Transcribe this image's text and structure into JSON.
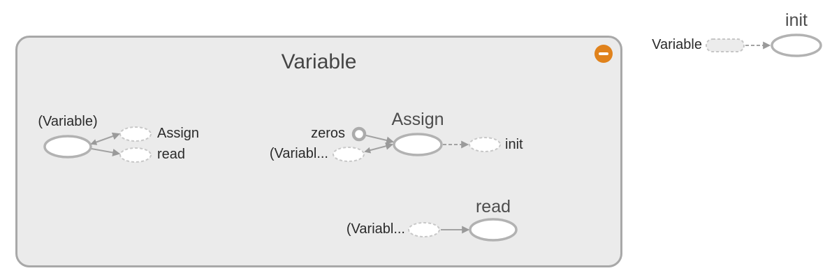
{
  "colors": {
    "canvas_bg": "#ffffff",
    "group_fill": "#ebebeb",
    "group_border": "#a8a8a8",
    "node_stroke": "#b2b2b2",
    "annotation_stroke": "#c8c8c8",
    "edge": "#a2a2a2",
    "collapse_button": "#e0821c",
    "title_text": "#454545",
    "node_label_text": "#4d4d4d",
    "annotation_text": "#2a2a2a"
  },
  "group": {
    "title": "Variable",
    "collapse_icon": "minus-in-orange-circle",
    "children": {
      "variable": {
        "label": "(Variable)",
        "outputs": [
          {
            "label": "Assign",
            "ref_edge": true
          },
          {
            "label": "read",
            "ref_edge": false
          }
        ]
      },
      "assign": {
        "label": "Assign",
        "inputs": [
          {
            "label": "zeros",
            "shape": "small-circle"
          },
          {
            "label": "(Variabl...",
            "shape": "dashed-ellipse",
            "ref_edge": true
          }
        ],
        "outputs": [
          {
            "label": "init",
            "control_dependency": true
          }
        ]
      },
      "read": {
        "label": "read",
        "inputs": [
          {
            "label": "(Variabl...",
            "shape": "dashed-ellipse"
          }
        ]
      }
    }
  },
  "external": {
    "init": {
      "label": "init",
      "inputs": [
        {
          "label": "Variable",
          "shape": "dashed-rounded-rect",
          "control_dependency": true
        }
      ]
    }
  }
}
